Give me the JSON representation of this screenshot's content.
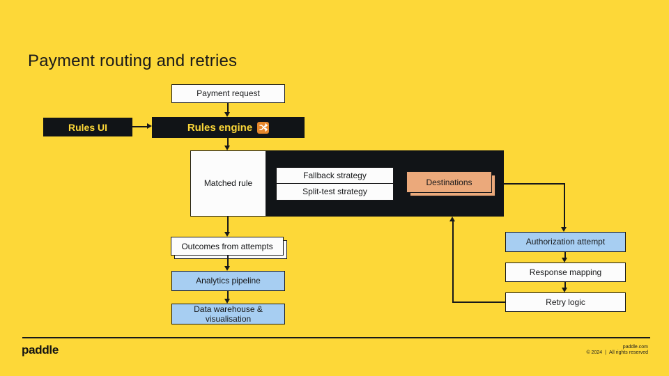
{
  "page": {
    "title": "Payment routing and retries"
  },
  "colors": {
    "background_yellow": "#FDD838",
    "panel_black": "#111417",
    "node_white": "#FCFCFC",
    "node_blue": "#A7CEF2",
    "node_orange": "#EBA97B",
    "icon_orange": "#E6872B",
    "line_black": "#17181A"
  },
  "nodes": {
    "payment_request": "Payment request",
    "rules_ui": "Rules UI",
    "rules_engine": "Rules engine",
    "matched_rule": "Matched rule",
    "fallback_strategy": "Fallback strategy",
    "split_test_strategy": "Split-test strategy",
    "destinations": "Destinations",
    "outcomes": "Outcomes from attempts",
    "analytics_pipeline": "Analytics pipeline",
    "data_warehouse": "Data warehouse & visualisation",
    "authorization_attempt": "Authorization attempt",
    "response_mapping": "Response mapping",
    "retry_logic": "Retry logic"
  },
  "footer": {
    "logo": "paddle",
    "site": "paddle.com",
    "copyright": "© 2024",
    "separator": "|",
    "rights": "All rights reserved"
  }
}
